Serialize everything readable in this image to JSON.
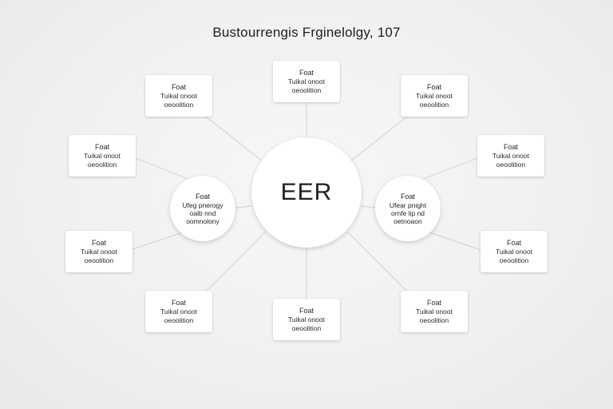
{
  "title": "Bustourrengis Frginelolgy, 107",
  "center": {
    "label": "EER"
  },
  "left_node": {
    "heading": "Foat",
    "lines": [
      "Ufeg pnerogy",
      "oalb nnd",
      "oomnolony"
    ]
  },
  "right_node": {
    "heading": "Foat",
    "lines": [
      "Ufear pnight",
      "ornfe lip nd",
      "oetnoaon"
    ]
  },
  "cards": [
    {
      "heading": "Foat",
      "line1": "Tuikal onoot",
      "line2": "oeoolition"
    },
    {
      "heading": "Foat",
      "line1": "Tuikal onoot",
      "line2": "oeoolition"
    },
    {
      "heading": "Foat",
      "line1": "Tuikal onoot",
      "line2": "oeoolition"
    },
    {
      "heading": "Foat",
      "line1": "Tuikal onoot",
      "line2": "oeoolition"
    },
    {
      "heading": "Foat",
      "line1": "Tuikal onoot",
      "line2": "oeoolition"
    },
    {
      "heading": "Foat",
      "line1": "Tuikal onoot",
      "line2": "oeoolition"
    },
    {
      "heading": "Foat",
      "line1": "Tuikal onoot",
      "line2": "oeoolition"
    },
    {
      "heading": "Foat",
      "line1": "Tuikal onoot",
      "line2": "oeoolition"
    },
    {
      "heading": "Foat",
      "line1": "Tuikal onoot",
      "line2": "oeoolition"
    },
    {
      "heading": "Foat",
      "line1": "Tuikal onoot",
      "line2": "oeoolition"
    }
  ]
}
